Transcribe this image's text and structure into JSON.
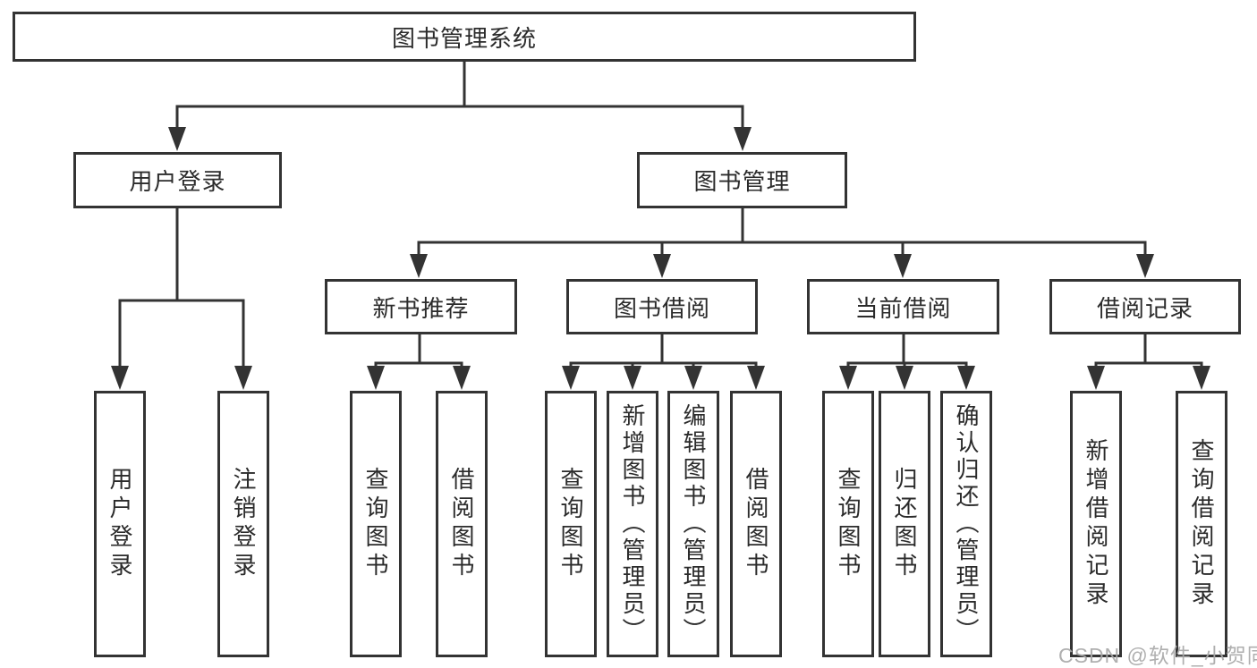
{
  "tree": {
    "root": {
      "label": "图书管理系统"
    },
    "branches": [
      {
        "label": "用户登录",
        "children": [
          {
            "label": "用户登录"
          },
          {
            "label": "注销登录"
          }
        ]
      },
      {
        "label": "图书管理",
        "children": [
          {
            "label": "新书推荐",
            "children": [
              {
                "label": "查询图书"
              },
              {
                "label": "借阅图书"
              }
            ]
          },
          {
            "label": "图书借阅",
            "children": [
              {
                "label": "查询图书"
              },
              {
                "label": "新增图书（管理员）"
              },
              {
                "label": "编辑图书（管理员）"
              },
              {
                "label": "借阅图书"
              }
            ]
          },
          {
            "label": "当前借阅",
            "children": [
              {
                "label": "查询图书"
              },
              {
                "label": "归还图书"
              },
              {
                "label": "确认归还（管理员）"
              }
            ]
          },
          {
            "label": "借阅记录",
            "children": [
              {
                "label": "新增借阅记录"
              },
              {
                "label": "查询借阅记录"
              }
            ]
          }
        ]
      }
    ]
  },
  "watermark": {
    "text": "CSDN @软件_小贺同学"
  },
  "colors": {
    "line": "#333333",
    "box_border": "#333333",
    "text": "#2b2b2b",
    "background": "#ffffff",
    "watermark": "#a8a8a8"
  }
}
